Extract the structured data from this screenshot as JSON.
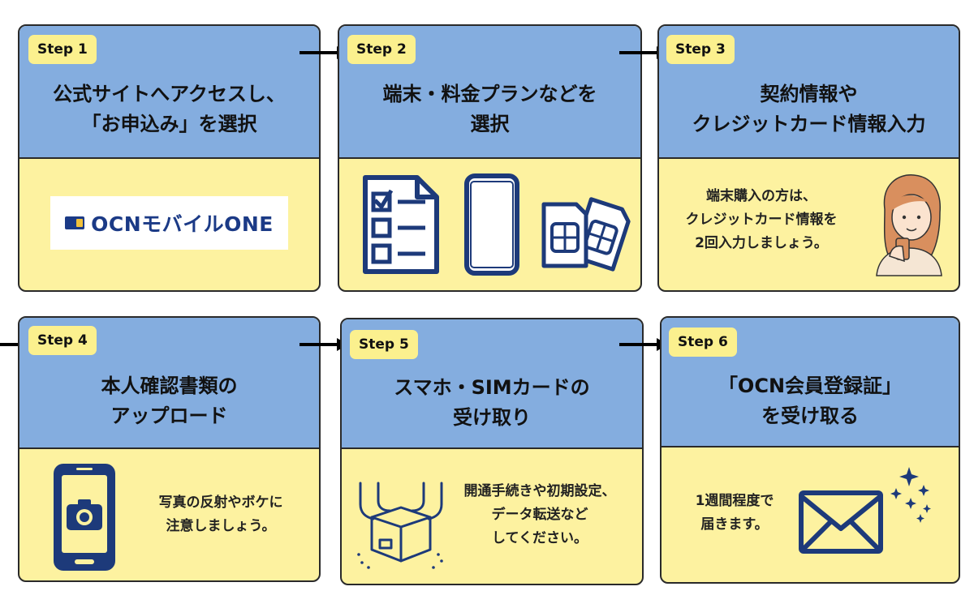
{
  "steps": [
    {
      "badge": "Step 1",
      "title": "公式サイトへアクセスし、\n「お申込み」を選択",
      "logo": "OCNモバイルONE"
    },
    {
      "badge": "Step 2",
      "title": "端末・料金プランなどを\n選択"
    },
    {
      "badge": "Step 3",
      "title": "契約情報や\nクレジットカード情報入力",
      "text": "端末購入の方は、\nクレジットカード情報を\n2回入力しましょう。"
    },
    {
      "badge": "Step 4",
      "title": "本人確認書類の\nアップロード",
      "text": "写真の反射やボケに\n注意しましょう。"
    },
    {
      "badge": "Step 5",
      "title": "スマホ・SIMカードの\n受け取り",
      "text": "開通手続きや初期設定、\nデータ転送など\nしてください。"
    },
    {
      "badge": "Step 6",
      "title": "「OCN会員登録証」\nを受け取る",
      "text": "1週間程度で\n届きます。"
    }
  ],
  "colors": {
    "header": "#84addf",
    "body": "#fdf2a0",
    "badge": "#fbf08e",
    "icon_navy": "#1d3a7a"
  },
  "icons": [
    "sim-logo-icon",
    "checklist-icon",
    "smartphone-icon",
    "sim-card-icon",
    "woman-with-phone-icon",
    "camera-phone-icon",
    "package-hands-icon",
    "envelope-icon",
    "sparkle-icon"
  ]
}
